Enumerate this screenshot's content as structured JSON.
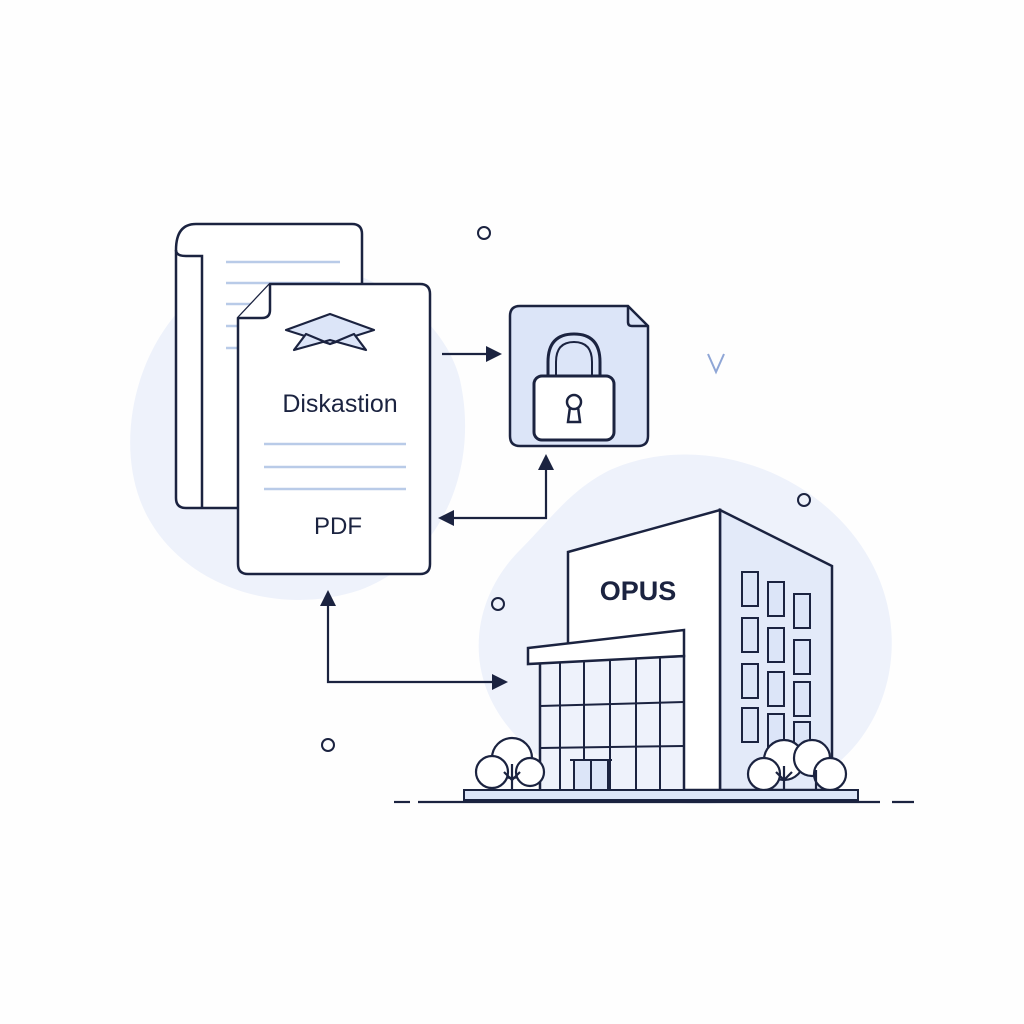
{
  "document": {
    "title": "Diskastion",
    "type_label": "PDF"
  },
  "building": {
    "sign": "OPUS"
  },
  "colors": {
    "outline": "#1b2340",
    "accent_fill": "#dce5f8",
    "blob": "#eef2fb",
    "text_lines": "#b9cbe8",
    "building_panel": "#e9eefa"
  },
  "icons": {
    "mortarboard": "graduation-cap-icon",
    "lock": "padlock-icon",
    "building": "office-building-icon",
    "trees": "tree-icon"
  }
}
